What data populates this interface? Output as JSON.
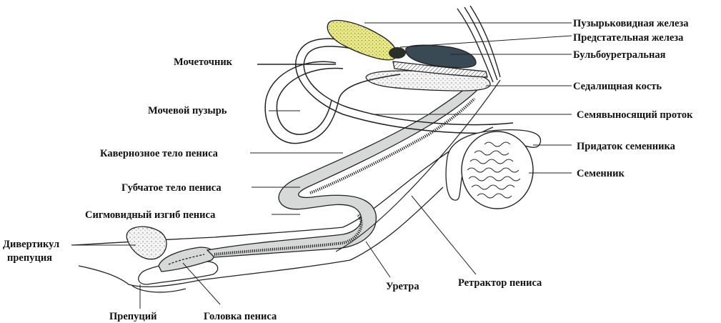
{
  "labels": {
    "seminal_vesicle": "Пузырьковидная железа",
    "prostate": "Предстательная железа",
    "bulbourethral": "Бульбоуретральная",
    "ureter": "Мочеточник",
    "ischium": "Седалищная кость",
    "bladder": "Мочевой пузырь",
    "vas_deferens": "Семявыносящий проток",
    "epididymis": "Придаток семенника",
    "cavernous_body": "Кавернозное тело пениса",
    "testis": "Семенник",
    "spongy_body": "Губчатое тело пениса",
    "sigmoid_flexure": "Сигмовидный изгиб пениса",
    "diverticulum_line1": "Дивертикул",
    "diverticulum_line2": "препуция",
    "urethra": "Уретра",
    "retractor": "Ретрактор пениса",
    "prepuce": "Препуций",
    "glans": "Головка пениса"
  },
  "colors": {
    "seminal_vesicle": "#eaea8a",
    "bulbourethral": "#3a4a55",
    "prostate": "#2a2f2a",
    "tissue": "#d6d9d8",
    "outline": "#222222"
  }
}
